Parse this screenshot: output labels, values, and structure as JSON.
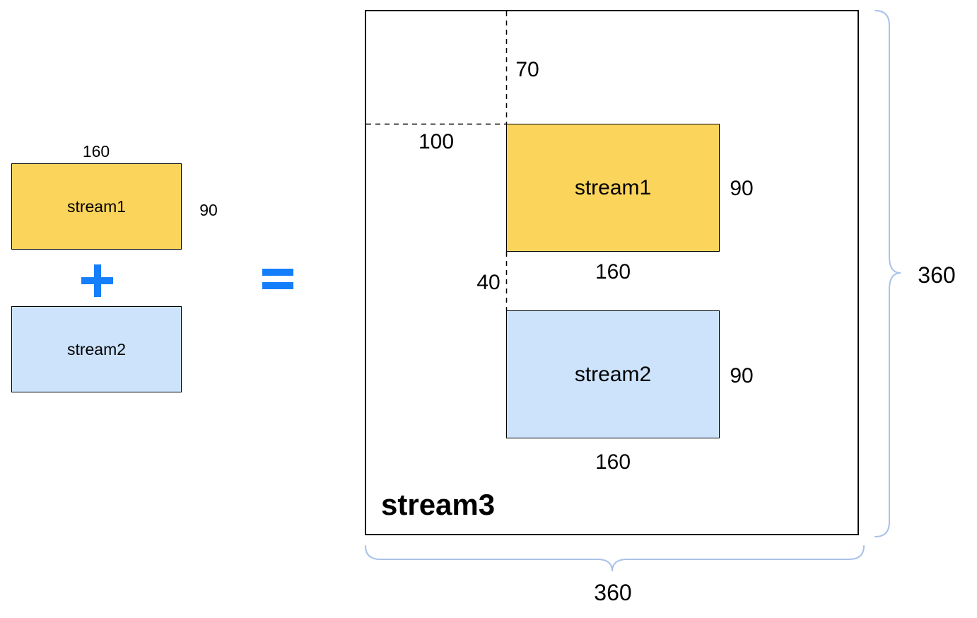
{
  "left_panel": {
    "stream1_rect": {
      "label": "stream1",
      "width_value": "160",
      "height_value": "90"
    },
    "plus_sign": "+",
    "stream2_rect": {
      "label": "stream2"
    }
  },
  "equals_sign": "=",
  "stream3_canvas": {
    "name": "stream3",
    "width_value": "360",
    "height_value": "360",
    "stream1_overlay": {
      "label": "stream1",
      "width_value": "160",
      "height_value": "90",
      "offset_x_value": "100",
      "offset_y_value": "70"
    },
    "gap_value": "40",
    "stream2_overlay": {
      "label": "stream2",
      "width_value": "160",
      "height_value": "90"
    }
  },
  "colors": {
    "stream1_fill": "#FBD45C",
    "stream2_fill": "#CCE3FB",
    "operator_blue": "#157EFB",
    "brace_blue": "#A9C2E8",
    "outline": "#000000"
  }
}
